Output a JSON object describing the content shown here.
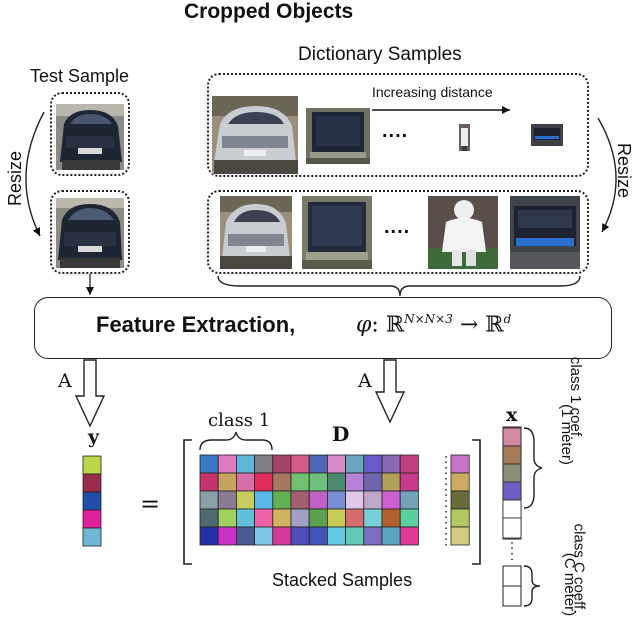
{
  "title": "Cropped Objects",
  "test_sample_label": "Test Sample",
  "dictionary_samples_label": "Dictionary Samples",
  "increasing_distance_label": "Increasing distance",
  "resize_left_label": "Resize",
  "resize_right_label": "Resize",
  "ellipsis": "....",
  "feature_extraction": {
    "label": "Feature Extraction,",
    "phi": "φ",
    "domain": "ℝ",
    "domain_sup": "N×N×3",
    "range": "ℝ",
    "range_sup": "d"
  },
  "projection_left": "A",
  "projection_right": "A",
  "y_label": "y",
  "equals": "=",
  "class1_label": "class 1",
  "D_label": "D",
  "x_label": "x",
  "stacked_samples_label": "Stacked Samples",
  "class1_coef_label": "class 1 coef.",
  "class1_meter_label": "(1 meter)",
  "classC_coef_label": "class C coeff.",
  "classC_meter_label": "(C meter)",
  "colors": {
    "y": [
      "#b9d64a",
      "#9a2b4a",
      "#1f4fa8",
      "#e0209a",
      "#6fb8d4"
    ],
    "x_filled": [
      "#d48aa3",
      "#a77a58",
      "#8e8e7c",
      "#6e5fc4"
    ],
    "D_rows": [
      [
        "#3a78c8",
        "#e07ac0",
        "#5eb6d8",
        "#7d7f85",
        "#a8446c",
        "#d45a88",
        "#5266b8",
        "#d68ac8",
        "#6aa6c2",
        "#6a59c6",
        "#8868b0",
        "#c04080",
        "#c873c4"
      ],
      [
        "#c63470",
        "#c4a560",
        "#d86ea6",
        "#e02c5a",
        "#a77860",
        "#70c070",
        "#6ec07a",
        "#4a8a70",
        "#b880d8",
        "#6e66b0",
        "#b2a058",
        "#c83a8c",
        "#ccaa64"
      ],
      [
        "#8aa0a8",
        "#8a7a92",
        "#c8cc60",
        "#5ab8e8",
        "#62b050",
        "#a45e70",
        "#c062c4",
        "#7a8ed6",
        "#e2c8e8",
        "#c2a8c8",
        "#cc60d0",
        "#74a2b8",
        "#6a6a3a"
      ],
      [
        "#4e6a70",
        "#a2d060",
        "#62c0d8",
        "#ee62a6",
        "#d2b262",
        "#a2a0c4",
        "#5ca050",
        "#c8cc52",
        "#d86c6c",
        "#76d0d8",
        "#b4602e",
        "#5ad0a0",
        "#b2c862"
      ],
      [
        "#2430a8",
        "#c832c8",
        "#4a5a90",
        "#80c4e8",
        "#d6389c",
        "#4e4eb8",
        "#4054b4",
        "#60c8e0",
        "#62c8b8",
        "#7c6cc2",
        "#56a6c2",
        "#de3a98",
        "#d4cc80"
      ]
    ]
  }
}
